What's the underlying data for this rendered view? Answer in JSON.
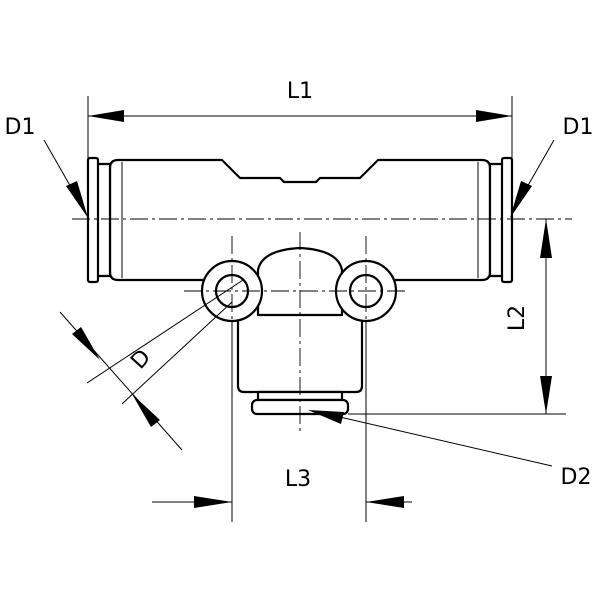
{
  "labels": {
    "l1": "L1",
    "l2": "L2",
    "l3": "L3",
    "d": "D",
    "d1_left": "D1",
    "d1_right": "D1",
    "d2": "D2"
  },
  "colors": {
    "line": "#000000",
    "background": "#ffffff"
  }
}
